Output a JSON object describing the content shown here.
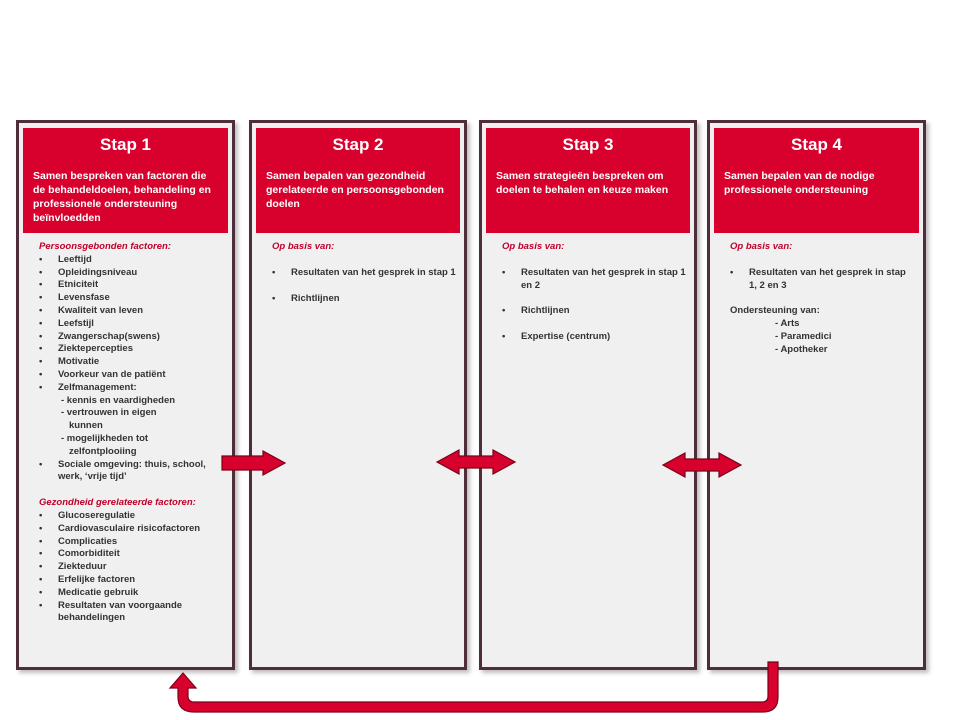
{
  "steps": [
    {
      "title": "Stap 1",
      "description": "Samen bespreken van factoren die de behandeldoelen, behandeling en professionele ondersteuning beïnvloedden",
      "personal_heading": "Persoonsgebonden factoren:",
      "personal_items": [
        "Leeftijd",
        "Opleidingsniveau",
        "Etniciteit",
        "Levensfase",
        "Kwaliteit van leven",
        "Leefstijl",
        "Zwangerschap(swens)",
        "Ziektepercepties",
        "Motivatie",
        "Voorkeur van de patiënt",
        "Zelfmanagement:"
      ],
      "self_management_subitems": [
        {
          "line1": "- kennis en vaardigheden",
          "line2": ""
        },
        {
          "line1": "- vertrouwen in eigen",
          "line2": "kunnen"
        },
        {
          "line1": "- mogelijkheden tot",
          "line2": "zelfontplooiing"
        }
      ],
      "social_item": "Sociale omgeving: thuis, school, werk, ‘vrije tijd’",
      "health_heading": "Gezondheid gerelateerde factoren:",
      "health_items": [
        "Glucoseregulatie",
        "Cardiovasculaire risicofactoren",
        "Complicaties",
        "Comorbiditeit",
        "Ziekteduur",
        "Erfelijke factoren",
        "Medicatie gebruik",
        "Resultaten van voorgaande behandelingen"
      ]
    },
    {
      "title": "Stap 2",
      "description": "Samen bepalen van  gezondheid gerelateerde en persoonsgebonden doelen",
      "basis_heading": "Op basis van:",
      "basis_items": [
        "Resultaten van het gesprek in stap 1",
        "Richtlijnen"
      ]
    },
    {
      "title": "Stap 3",
      "description": "Samen strategieën bespreken om doelen te behalen en keuze maken",
      "basis_heading": "Op basis van:",
      "basis_items": [
        "Resultaten van het gesprek in stap 1 en 2",
        "Richtlijnen",
        "Expertise (centrum)"
      ]
    },
    {
      "title": "Stap 4",
      "description": "Samen bepalen van de nodige professionele ondersteuning",
      "basis_heading": "Op basis van:",
      "basis_items": [
        "Resultaten van het gesprek in stap 1, 2 en 3"
      ],
      "support_heading": "Ondersteuning van:",
      "support_items": [
        "- Arts",
        "- Paramedici",
        "- Apotheker"
      ]
    }
  ],
  "colors": {
    "header_red": "#d8002c",
    "arrow_red": "#d8002c",
    "border": "#4f2d3a",
    "panel": "#f0f0f0"
  }
}
